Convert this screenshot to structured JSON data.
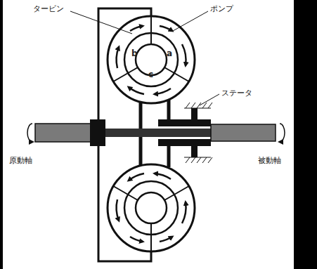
{
  "diagram": {
    "labels": [
      "タービン",
      "ポンプ",
      "b",
      "a",
      "c",
      "ステータ",
      "原動軸",
      "被動軸"
    ]
  }
}
